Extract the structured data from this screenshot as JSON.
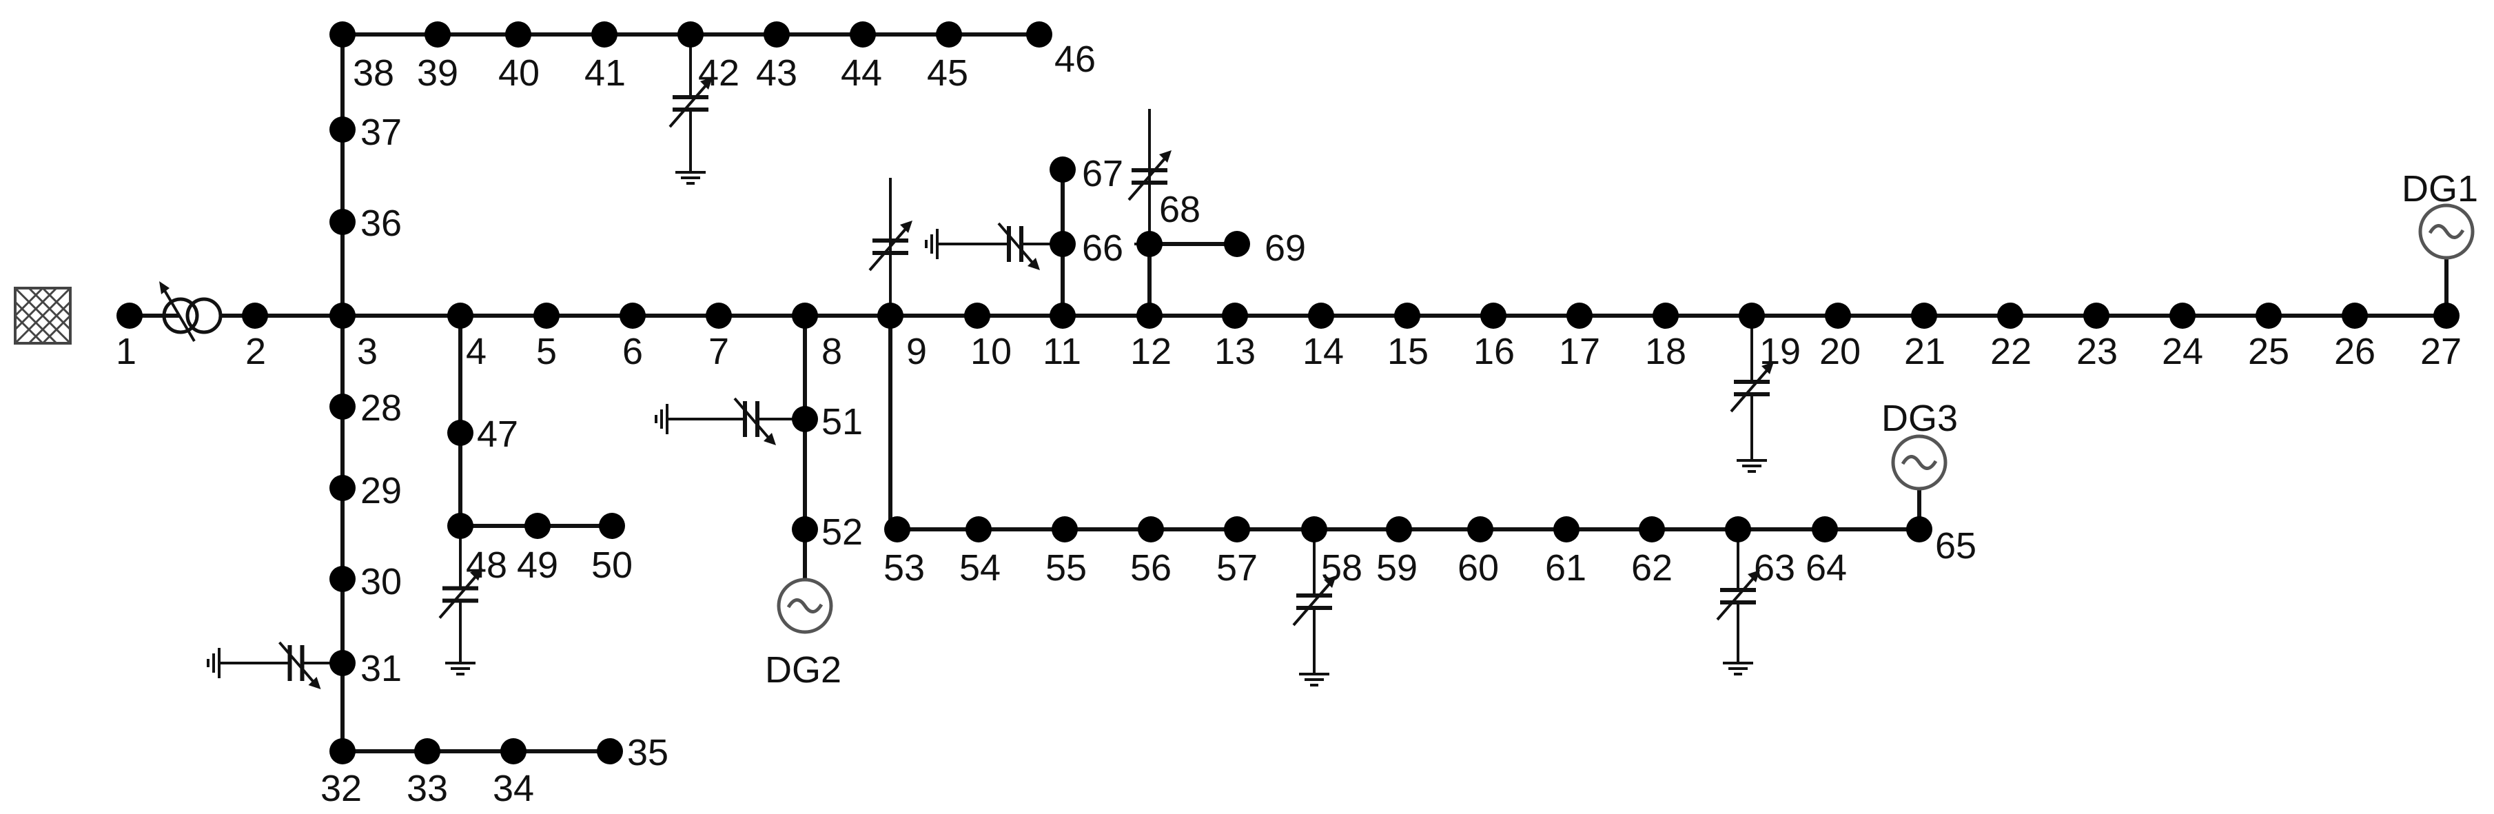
{
  "bus_labels": {
    "1": "1",
    "2": "2",
    "3": "3",
    "4": "4",
    "5": "5",
    "6": "6",
    "7": "7",
    "8": "8",
    "9": "9",
    "10": "10",
    "11": "11",
    "12": "12",
    "13": "13",
    "14": "14",
    "15": "15",
    "16": "16",
    "17": "17",
    "18": "18",
    "19": "19",
    "20": "20",
    "21": "21",
    "22": "22",
    "23": "23",
    "24": "24",
    "25": "25",
    "26": "26",
    "27": "27",
    "28": "28",
    "29": "29",
    "30": "30",
    "31": "31",
    "32": "32",
    "33": "33",
    "34": "34",
    "35": "35",
    "36": "36",
    "37": "37",
    "38": "38",
    "39": "39",
    "40": "40",
    "41": "41",
    "42": "42",
    "43": "43",
    "44": "44",
    "45": "45",
    "46": "46",
    "47": "47",
    "48": "48",
    "49": "49",
    "50": "50",
    "51": "51",
    "52": "52",
    "53": "53",
    "54": "54",
    "55": "55",
    "56": "56",
    "57": "57",
    "58": "58",
    "59": "59",
    "60": "60",
    "61": "61",
    "62": "62",
    "63": "63",
    "64": "64",
    "65": "65",
    "66": "66",
    "67": "67",
    "68": "68",
    "69": "69"
  },
  "generators": {
    "dg1": "DG1",
    "dg2": "DG2",
    "dg3": "DG3"
  },
  "symbols": {
    "source": "grid-source-icon",
    "transformer": "on-load-tap-changer-transformer-icon",
    "generator": "ac-generator-icon",
    "capacitor": "switched-capacitor-icon",
    "ground": "ground-icon",
    "bus": "bus-node"
  },
  "colors": {
    "line": "#111111",
    "node": "#000000",
    "generator_outline": "#555555"
  }
}
